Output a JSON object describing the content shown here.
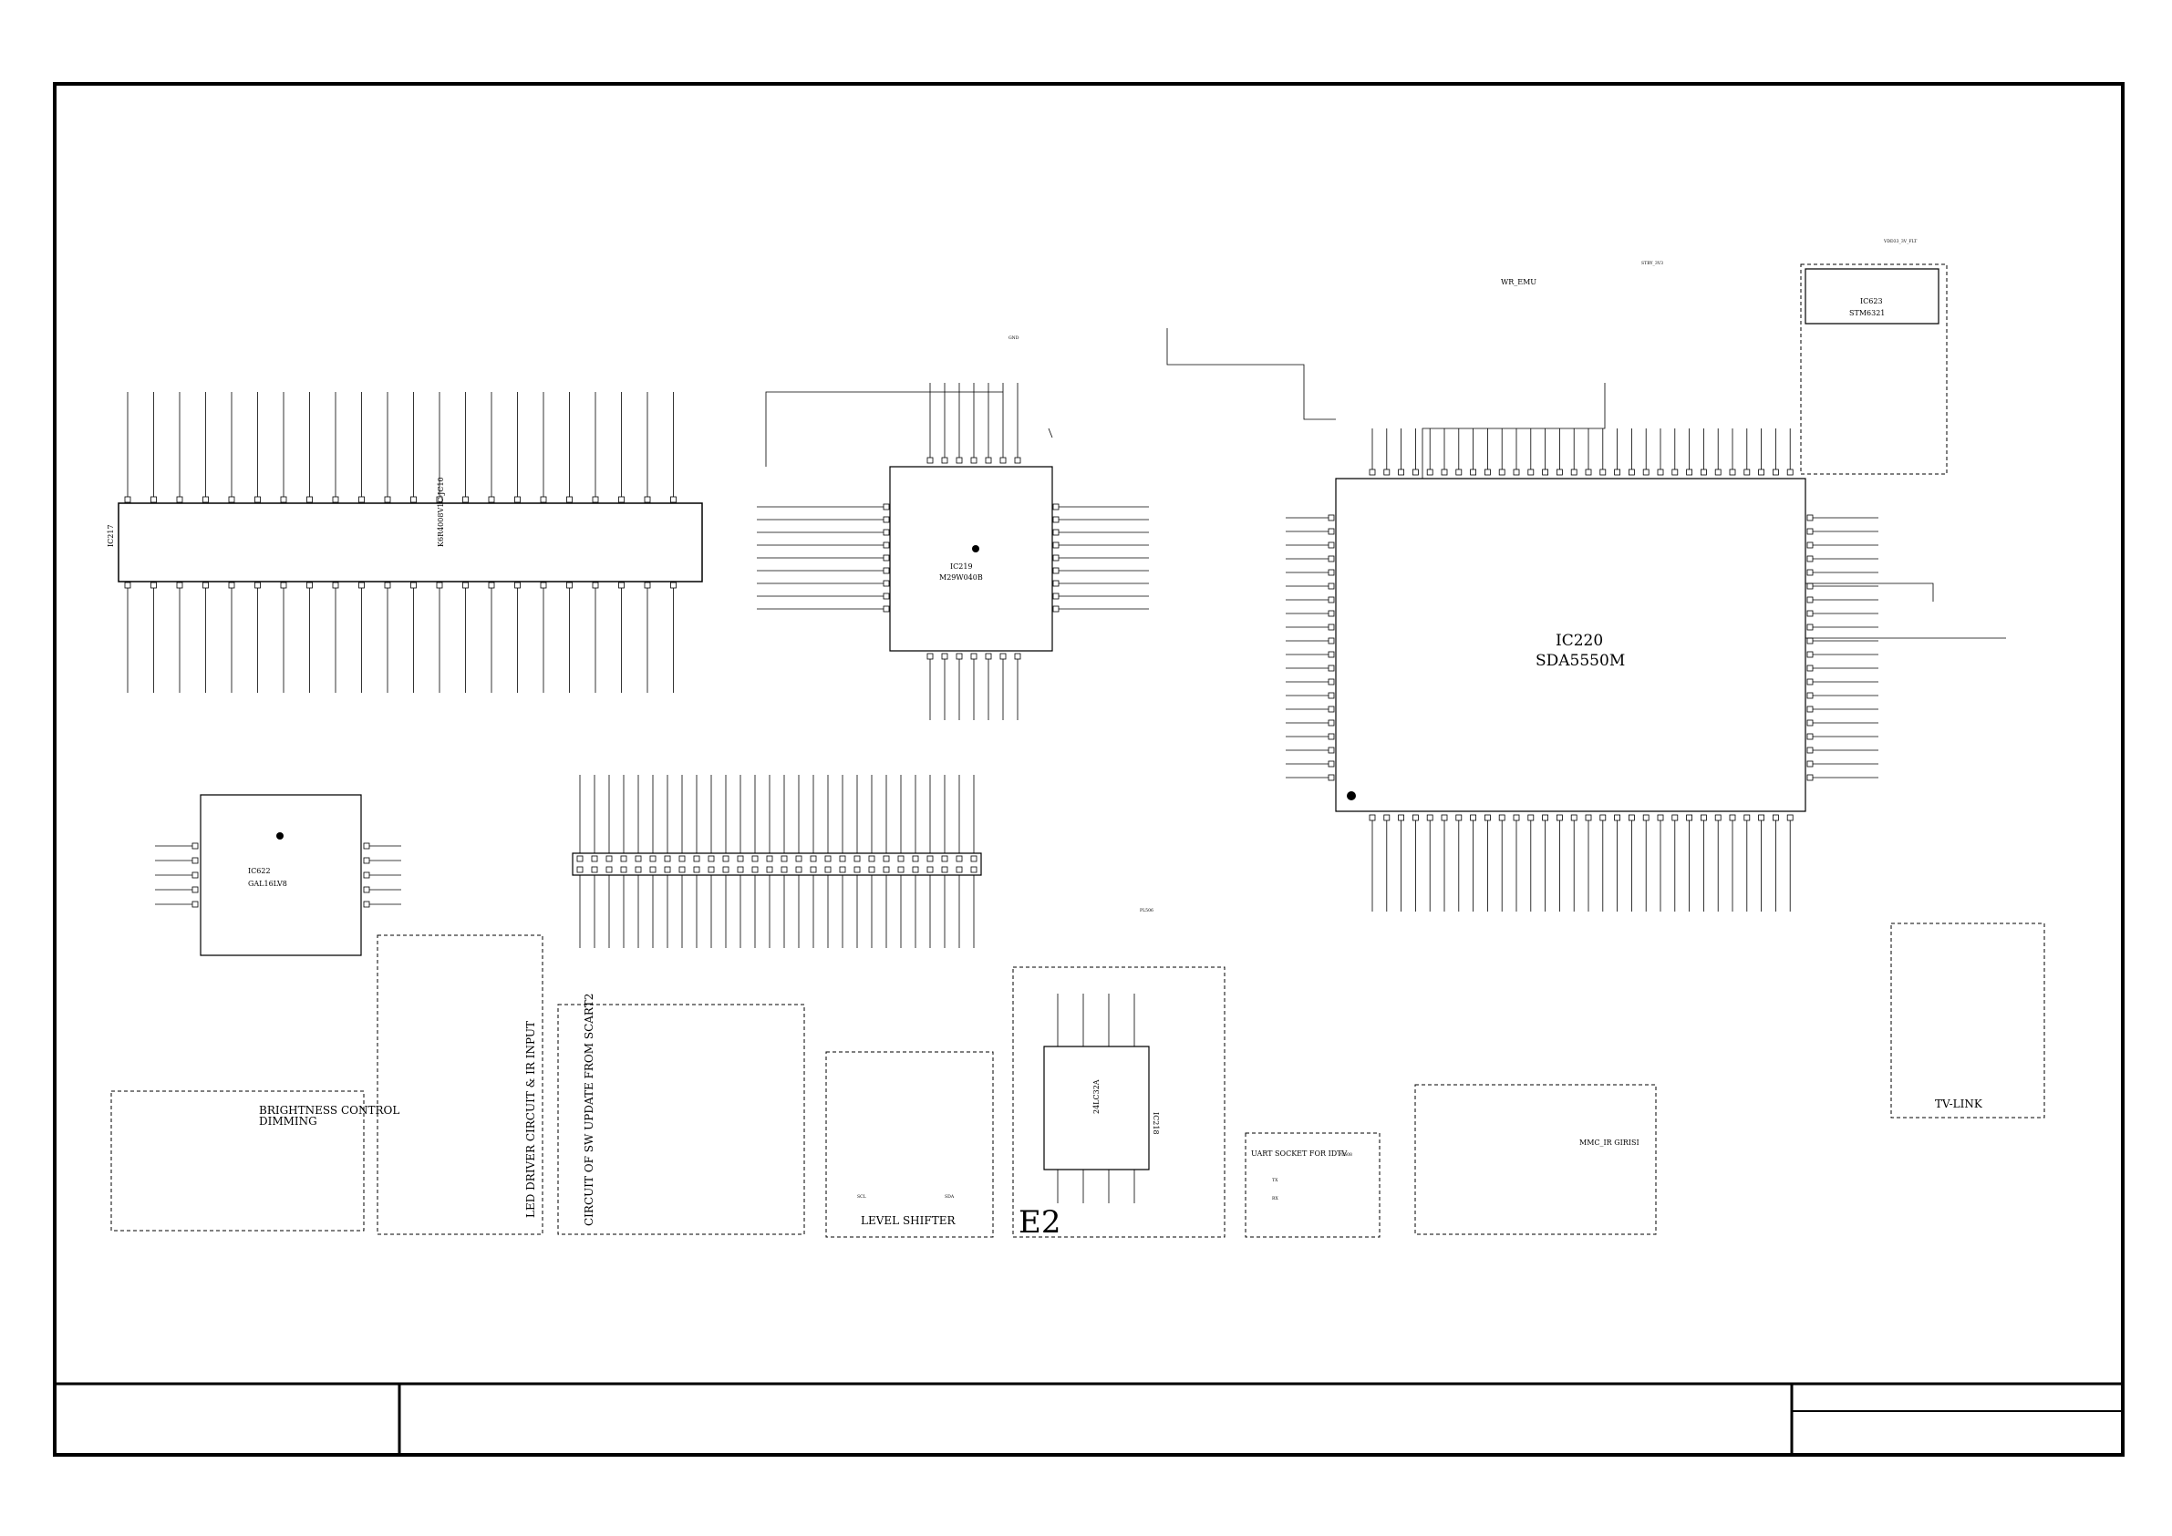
{
  "ics": {
    "ic217": {
      "ref": "IC217",
      "part": "K6R4008V1C-JC10"
    },
    "ic219": {
      "ref": "IC219",
      "part": "M29W040B"
    },
    "ic220": {
      "ref": "IC220",
      "part": "SDA5550M"
    },
    "ic622": {
      "ref": "IC622",
      "part": "GAL16LV8"
    },
    "ic623": {
      "ref": "IC623",
      "part": "STM6321"
    },
    "ic218": {
      "ref": "IC218",
      "part": "24LC32A"
    }
  },
  "blocks": {
    "brightness": "BRIGHTNESS CONTROL\nDIMMING",
    "led_driver": "LED DRIVER CIRCUIT & IR INPUT",
    "sw_update": "CIRCUIT OF SW UPDATE FROM SCART2",
    "level_shifter": "LEVEL SHIFTER",
    "e2": "E2",
    "uart": "UART SOCKET FOR IDTV",
    "mmc_ir": "MMC_IR GIRISI",
    "tv_link": "TV-LINK"
  },
  "nets": {
    "wr_emu": "WR_EMU",
    "stby_3v3": "STBY_3V3",
    "vdd33": "VDD33_3V_FLT",
    "pl508": "PL508",
    "pl506": "PL506",
    "tx": "TX",
    "rx": "RX",
    "sda": "SDA",
    "scl": "SCL",
    "gnd": "GND"
  }
}
